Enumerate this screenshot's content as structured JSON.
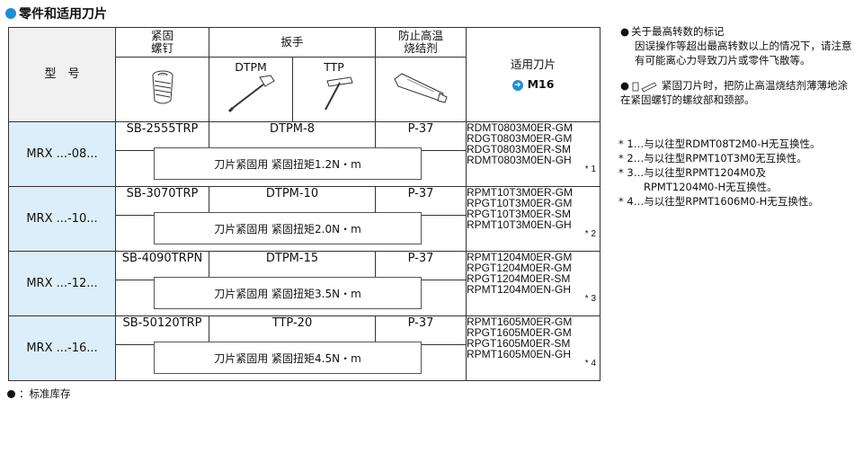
{
  "title": "零件和适用刀片",
  "headers": {
    "model": "型　号",
    "screw_line1": "紧固",
    "screw_line2": "螺钉",
    "wrench": "扳手",
    "wrench_dtpm": "DTPM",
    "wrench_ttp": "TTP",
    "antiseize_line1": "防止高温",
    "antiseize_line2": "烧结剂",
    "inserts": "适用刀片",
    "inserts_size": "M16"
  },
  "rows": [
    {
      "model": "MRX ...-08...",
      "screw": "SB-2555TRP",
      "wrench": "DTPM-8",
      "antiseize": "P-37",
      "torque": "刀片紧固用 紧固扭矩1.2N・m",
      "inserts": [
        "RDMT0803M0ER-GM",
        "RDGT0803M0ER-GM",
        "RDGT0803M0ER-SM",
        "RDMT0803M0EN-GH"
      ],
      "note": "* 1"
    },
    {
      "model": "MRX ...-10...",
      "screw": "SB-3070TRP",
      "wrench": "DTPM-10",
      "antiseize": "P-37",
      "torque": "刀片紧固用 紧固扭矩2.0N・m",
      "inserts": [
        "RPMT10T3M0ER-GM",
        "RPGT10T3M0ER-GM",
        "RPGT10T3M0ER-SM",
        "RPMT10T3M0EN-GH"
      ],
      "note": "* 2"
    },
    {
      "model": "MRX ...-12...",
      "screw": "SB-4090TRPN",
      "wrench": "DTPM-15",
      "antiseize": "P-37",
      "torque": "刀片紧固用 紧固扭矩3.5N・m",
      "inserts": [
        "RPMT1204M0ER-GM",
        "RPGT1204M0ER-GM",
        "RPGT1204M0ER-SM",
        "RPMT1204M0EN-GH"
      ],
      "note": "* 3"
    },
    {
      "model": "MRX ...-16...",
      "screw": "SB-50120TRP",
      "wrench": "TTP-20",
      "antiseize": "P-37",
      "torque": "刀片紧固用 紧固扭矩4.5N・m",
      "inserts": [
        "RPMT1605M0ER-GM",
        "RPGT1605M0ER-GM",
        "RPGT1605M0ER-SM",
        "RPMT1605M0EN-GH"
      ],
      "note": "* 4"
    }
  ],
  "side_notes": {
    "speed_title": "关于最高转数的标记",
    "speed_body": "因误操作等超出最高转数以上的情况下，请注意有可能离心力导致刀片或零件飞散等。",
    "screw_note": "紧固刀片时，把防止高温烧结剂薄薄地涂在紧固螺钉的螺纹部和颈部。"
  },
  "footnotes": [
    "* 1…与以往型RDMT08T2M0-H无互换性。",
    "* 2…与以往型RPMT10T3M0无互换性。",
    "* 3…与以往型RPMT1204M0及",
    "RPMT1204M0-H无互换性。",
    "* 4…与以往型RPMT1606M0-H无互换性。"
  ],
  "legend": "：标准库存",
  "colors": {
    "accent": "#1d8fd8",
    "model_bg": "#dbeef9"
  }
}
